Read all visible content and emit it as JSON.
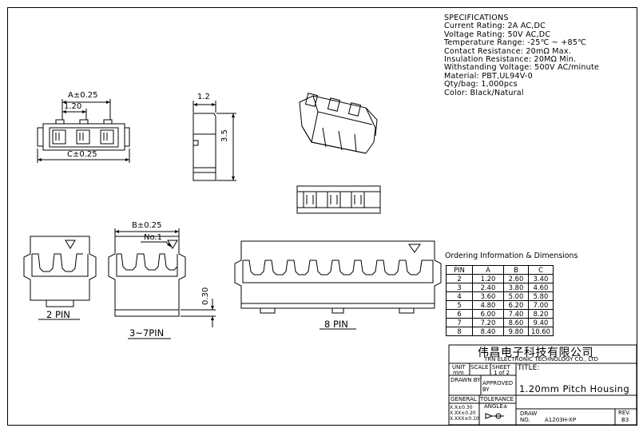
{
  "specs": [
    "SPECIFICATIONS",
    "Current Rating:  2A  AC,DC",
    "Voltage Rating: 50V  AC,DC",
    "Temperature Range:  -25℃  ~  +85℃",
    "Contact Resistance:  20mΩ  Max.",
    "Insulation Resistance:  20MΩ  Min.",
    "Withstanding Voltage:  500V  AC/minute",
    "Material:  PBT,UL94V-0",
    "Qty/bag: 1,000pcs",
    "Color: Black/Natural"
  ],
  "dims": {
    "a": "A±0.25",
    "pitch": "1.20",
    "c": "C±0.25",
    "side_w": "1.2",
    "side_h": "3.5",
    "b": "B±0.25",
    "no1": "No.1",
    "t": "0.30"
  },
  "labels": {
    "pin2": "2 PIN",
    "pin37": "3~7PIN",
    "pin8": "8 PIN"
  },
  "ordering": {
    "title": "Ordering  Information  &  Dimensions",
    "headers": [
      "PIN",
      "A",
      "B",
      "C"
    ],
    "rows": [
      [
        "2",
        "1.20",
        "2.60",
        "3.40"
      ],
      [
        "3",
        "2.40",
        "3.80",
        "4.60"
      ],
      [
        "4",
        "3.60",
        "5.00",
        "5.80"
      ],
      [
        "5",
        "4.80",
        "6.20",
        "7.00"
      ],
      [
        "6",
        "6.00",
        "7.40",
        "8.20"
      ],
      [
        "7",
        "7.20",
        "8.60",
        "9.40"
      ],
      [
        "8",
        "8.40",
        "9.80",
        "10.60"
      ]
    ]
  },
  "titleblock": {
    "company_cn": "伟昌电子科技有限公司",
    "company_en": "TRN  ELECTRONIC  TECHNOLOGY  CO., LTD",
    "unit": "UNIT",
    "scale": "SCALE",
    "sheet": "SHEET",
    "title_lbl": "TITLE:",
    "mm": "mm",
    "sheet_val": "1  of  2",
    "drawn": "DRAWN  BY",
    "approved": "APPROVED",
    "by": "BY",
    "title": "1.20mm  Pitch  Housing",
    "general": "GENERAL",
    "tolerance": "TOLERANCE",
    "angle": "ANGLE±",
    "tol1": "X.X±0.30",
    "tol2": "X.XX±0.20",
    "tol3": "X.XXX±0.10",
    "draw": "DRAW",
    "no": "NO.",
    "drawno": "A1203H-XP",
    "rev": "REV.",
    "rev_val": "B3"
  }
}
